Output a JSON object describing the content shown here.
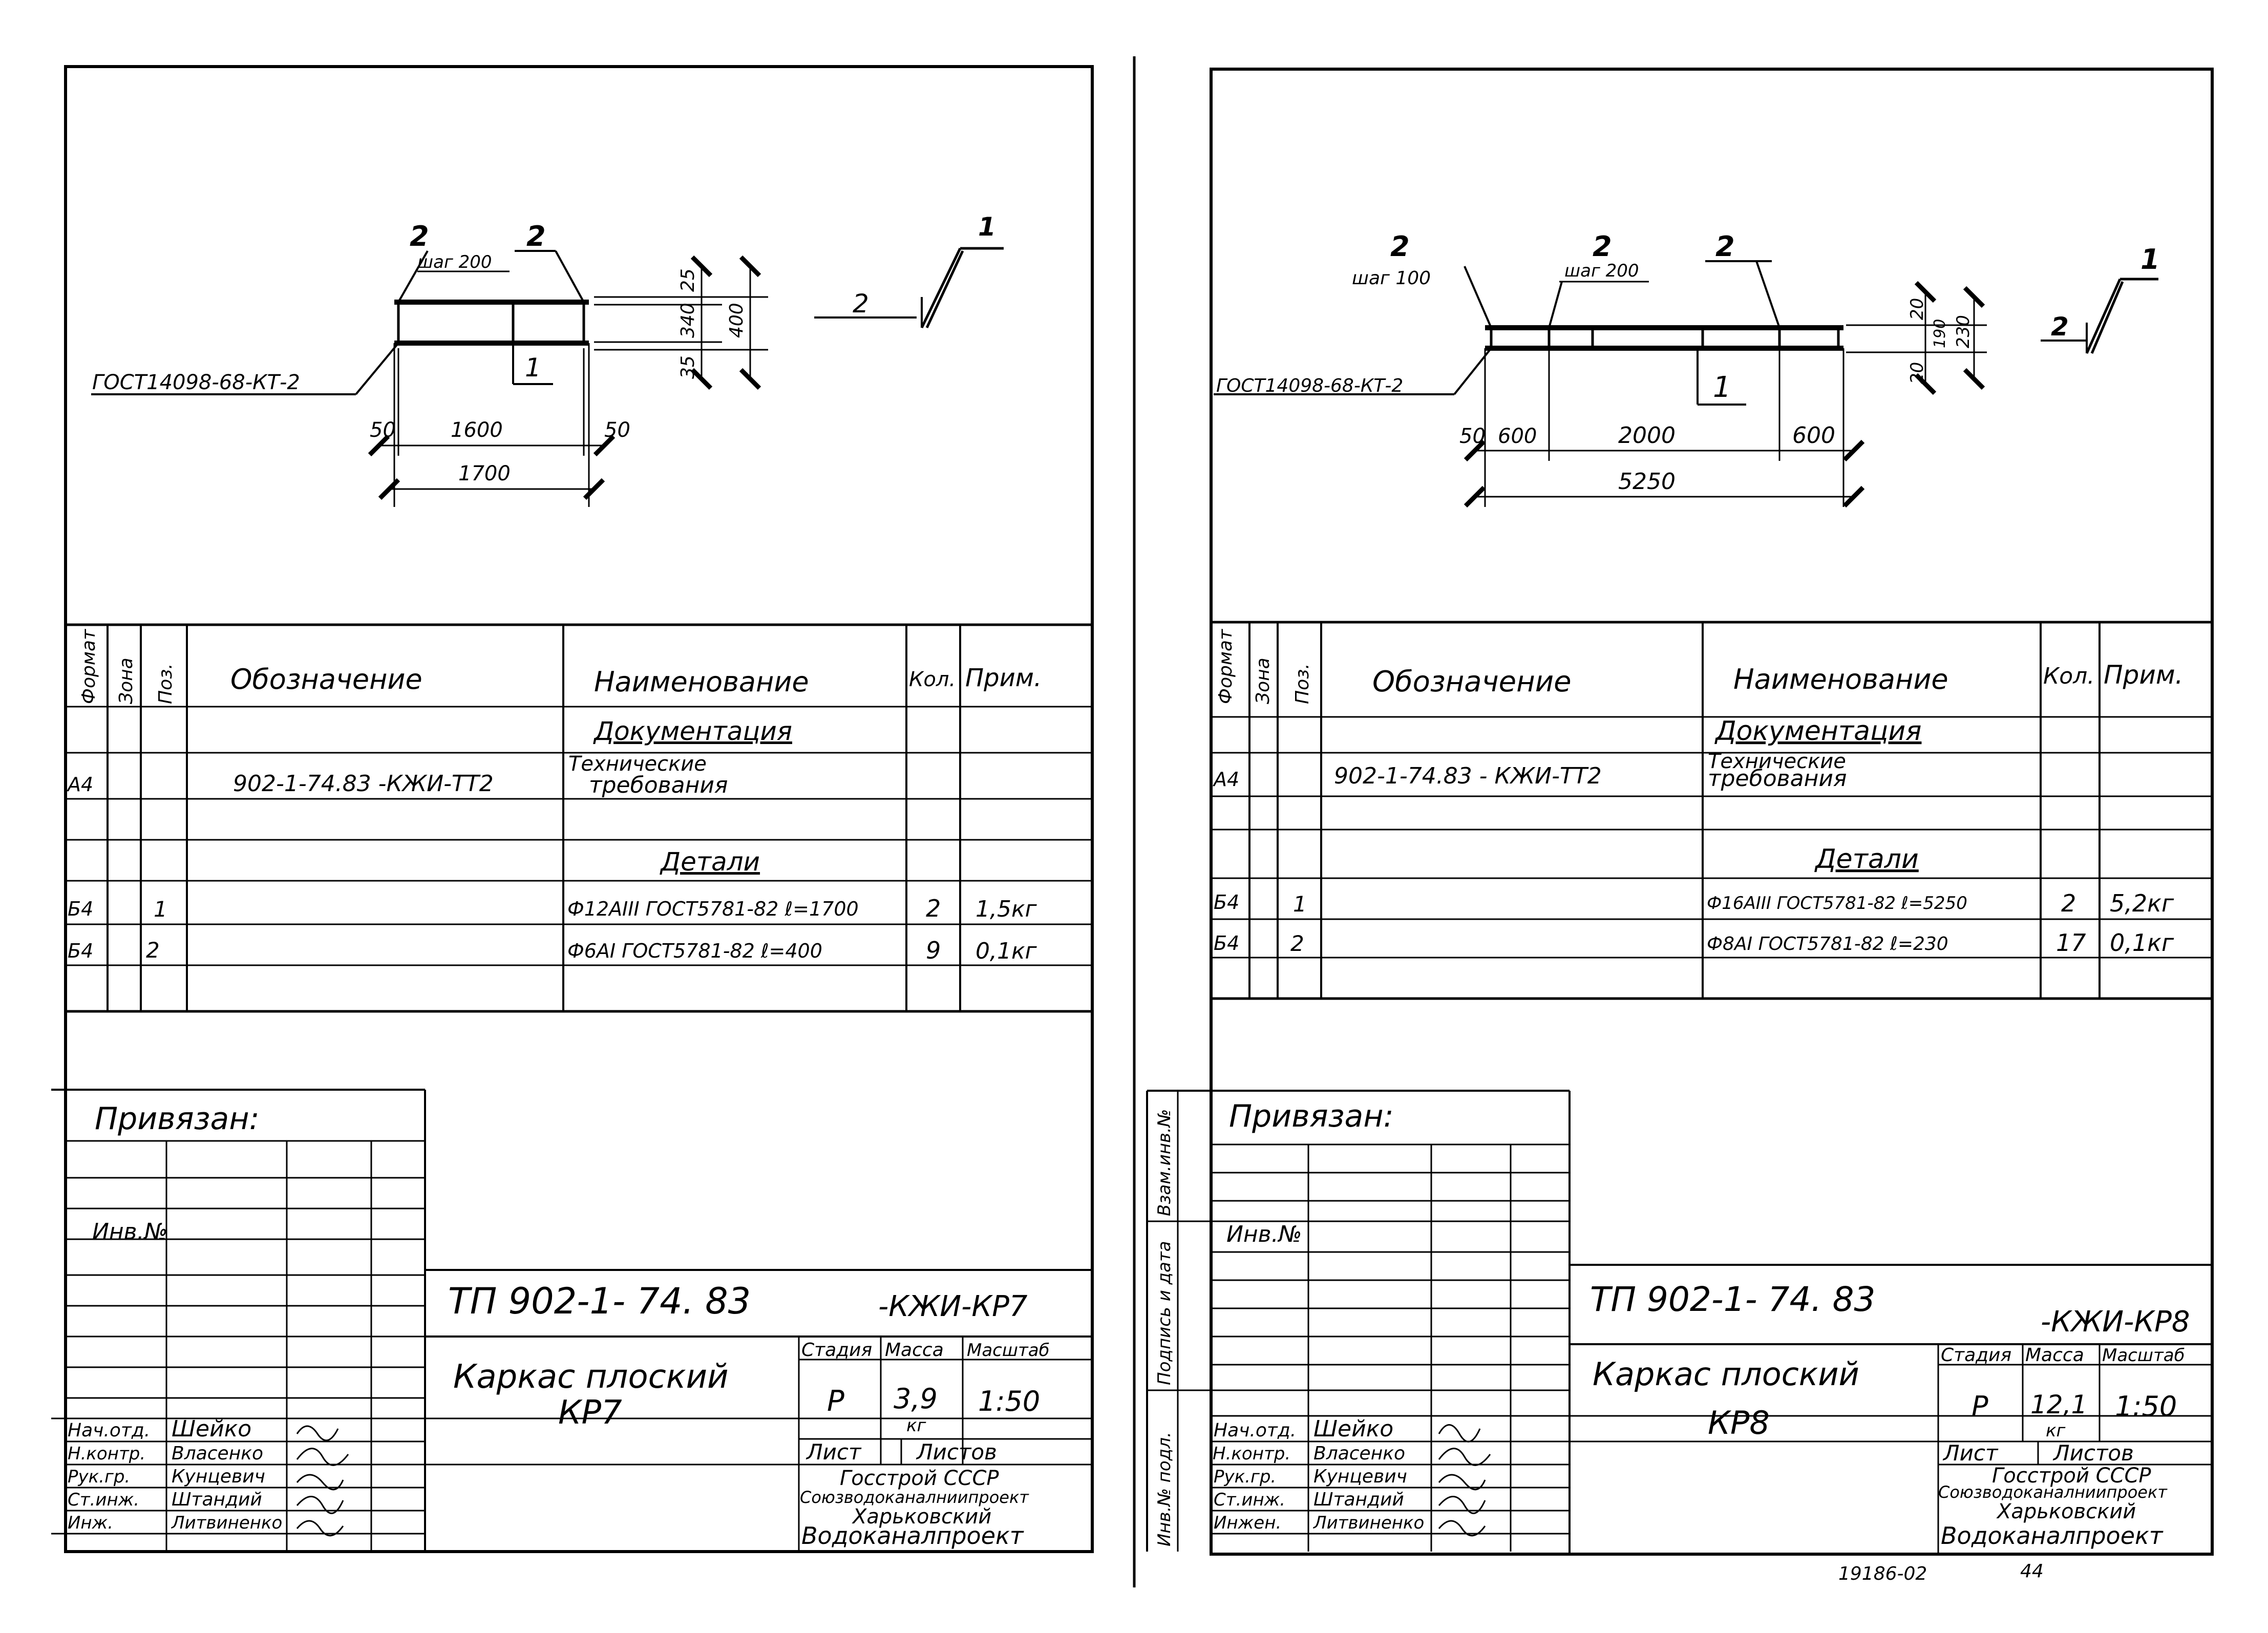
{
  "sheets": [
    {
      "drawing": {
        "gost_label": "ГОСТ14098-68-КТ-2",
        "top_marks": [
          "2",
          "2"
        ],
        "step": "шаг 200",
        "cut_mark": "1",
        "section_pos_1": "1",
        "section_pos_2": "2",
        "dims_bottom": [
          "50",
          "1600",
          "50"
        ],
        "dim_total": "1700",
        "dims_right": [
          "25",
          "340",
          "35"
        ],
        "dim_height": "400"
      },
      "spec": {
        "headers": {
          "format": "Формат",
          "zone": "Зона",
          "pos": "Поз.",
          "designation": "Обозначение",
          "name": "Наименование",
          "qty": "Кол.",
          "note": "Прим."
        },
        "section_docs": "Документация",
        "doc_format": "А4",
        "doc_designation": "902-1-74.83 -КЖИ-ТТ2",
        "doc_name_1": "Технические",
        "doc_name_2": "требования",
        "section_parts": "Детали",
        "rows": [
          {
            "format": "Б4",
            "pos": "1",
            "name": "Ф12АIII ГОСТ5781-82 ℓ=1700",
            "qty": "2",
            "note": "1,5кг"
          },
          {
            "format": "Б4",
            "pos": "2",
            "name": "Ф6АI ГОСТ5781-82 ℓ=400",
            "qty": "9",
            "note": "0,1кг"
          }
        ]
      },
      "stamp": {
        "bound_label": "Привязан:",
        "inv_label": "Инв.№",
        "code": "ТП 902-1- 74. 83",
        "code_suffix": "-КЖИ-КР7",
        "title_1": "Каркас плоский",
        "title_2": "КР7",
        "stage_header": "Стадия",
        "mass_header": "Масса",
        "scale_header": "Масштаб",
        "stage": "Р",
        "mass": "3,9",
        "mass_unit": "кг",
        "scale": "1:50",
        "sheet_label": "Лист",
        "sheets_label": "Листов",
        "org_1": "Госстрой СССР",
        "org_2": "Союзводоканалниипроект",
        "org_3": "Харьковский",
        "org_4": "Водоканалпроект",
        "people": [
          {
            "role": "Нач.отд.",
            "name": "Шейко"
          },
          {
            "role": "Н.контр.",
            "name": "Власенко"
          },
          {
            "role": "Рук.гр.",
            "name": "Кунцевич"
          },
          {
            "role": "Ст.инж.",
            "name": "Штандий"
          },
          {
            "role": "Инж.",
            "name": "Литвиненко"
          }
        ]
      }
    },
    {
      "drawing": {
        "gost_label": "ГОСТ14098-68-КТ-2",
        "top_marks": [
          "2",
          "2",
          "2"
        ],
        "step_1": "шаг 100",
        "step_2": "шаг 200",
        "cut_mark": "1",
        "section_pos_1": "1",
        "section_pos_2": "2",
        "dims_bottom": [
          "50",
          "600",
          "2000",
          "600"
        ],
        "dim_total": "5250",
        "dims_right": [
          "20",
          "190",
          "20"
        ],
        "dim_height": "230"
      },
      "spec": {
        "headers": {
          "format": "Формат",
          "zone": "Зона",
          "pos": "Поз.",
          "designation": "Обозначение",
          "name": "Наименование",
          "qty": "Кол.",
          "note": "Прим."
        },
        "section_docs": "Документация",
        "doc_format": "А4",
        "doc_designation": "902-1-74.83 - КЖИ-ТТ2",
        "doc_name_1": "Технические",
        "doc_name_2": "требования",
        "section_parts": "Детали",
        "rows": [
          {
            "format": "Б4",
            "pos": "1",
            "name": "Ф16АIII ГОСТ5781-82 ℓ=5250",
            "qty": "2",
            "note": "5,2кг"
          },
          {
            "format": "Б4",
            "pos": "2",
            "name": "Ф8АI ГОСТ5781-82 ℓ=230",
            "qty": "17",
            "note": "0,1кг"
          }
        ]
      },
      "stamp": {
        "bound_label": "Привязан:",
        "inv_label": "Инв.№",
        "code": "ТП 902-1- 74. 83",
        "code_suffix": "-КЖИ-КР8",
        "title_1": "Каркас плоский",
        "title_2": "КР8",
        "stage_header": "Стадия",
        "mass_header": "Масса",
        "scale_header": "Масштаб",
        "stage": "Р",
        "mass": "12,1",
        "mass_unit": "кг",
        "scale": "1:50",
        "sheet_label": "Лист",
        "sheets_label": "Листов",
        "org_1": "Госстрой СССР",
        "org_2": "Союзводоканалниипроект",
        "org_3": "Харьковский",
        "org_4": "Водоканалпроект",
        "people": [
          {
            "role": "Нач.отд.",
            "name": "Шейко"
          },
          {
            "role": "Н.контр.",
            "name": "Власенко"
          },
          {
            "role": "Рук.гр.",
            "name": "Кунцевич"
          },
          {
            "role": "Ст.инж.",
            "name": "Штандий"
          },
          {
            "role": "Инжен.",
            "name": "Литвиненко"
          }
        ],
        "side_labels": [
          "Взам.инв.№",
          "Подпись и дата",
          "Инв.№ подл."
        ]
      }
    }
  ],
  "footer": {
    "archive_no": "19186-02",
    "page_no": "44"
  }
}
